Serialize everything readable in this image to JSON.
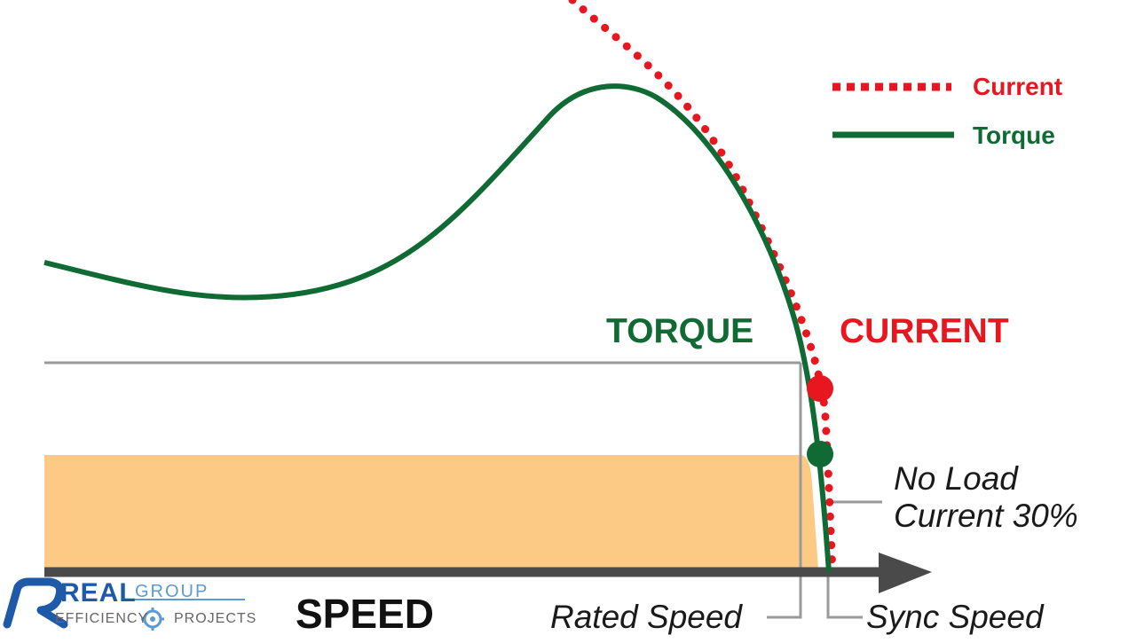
{
  "legend": {
    "current_label": "Current",
    "torque_label": "Torque"
  },
  "labels": {
    "torque": "TORQUE",
    "current": "CURRENT",
    "no_load_line1": "No Load",
    "no_load_line2": "Current 30%",
    "speed_axis": "SPEED",
    "rated_speed": "Rated Speed",
    "sync_speed": "Sync Speed"
  },
  "logo": {
    "word1": "REAL",
    "word2": "GROUP",
    "tagline_left": "EFFICIENCY",
    "tagline_right": "PROJECTS"
  },
  "colors": {
    "current": "#e8161e",
    "torque": "#0f6b33",
    "load_fill": "#fcca85",
    "guide": "#9a9a9a",
    "axis": "#4a4a4a",
    "logo_blue": "#1e5aa8",
    "logo_light": "#5b9bd5"
  }
}
